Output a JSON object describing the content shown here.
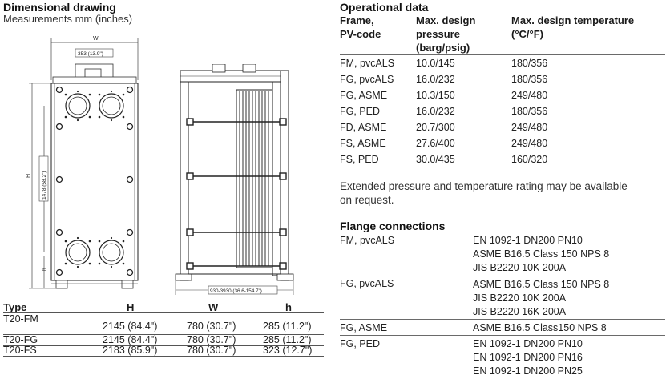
{
  "left": {
    "title": "Dimensional drawing",
    "subtitle": "Measurements mm (inches)",
    "drawing": {
      "width_label": "W",
      "top_dim": "353 (13.9\")",
      "height_dim": "1478 (58.2\")",
      "h_label": "H",
      "small_h_label": "h",
      "length_dim": "930-3930 (36.6-154.7\")"
    },
    "type_table": {
      "headers": [
        "Type",
        "H",
        "W",
        "h"
      ],
      "rows": [
        {
          "type": "T20-FM",
          "H": "2145 (84.4\")",
          "W": "780 (30.7\")",
          "h": "285 (11.2\")"
        },
        {
          "type": "T20-FG",
          "H": "2145 (84.4\")",
          "W": "780 (30.7\")",
          "h": "285 (11.2\")"
        },
        {
          "type": "T20-FS",
          "H": "2183 (85.9\")",
          "W": "780 (30.7\")",
          "h": "323 (12.7\")"
        }
      ]
    }
  },
  "right": {
    "op_title": "Operational data",
    "op_headers": {
      "col1": [
        "Frame,",
        "PV-code"
      ],
      "col2": [
        "Max.  design",
        "pressure",
        "(barg/psig)"
      ],
      "col3": [
        "Max.  design temperature",
        "(°C/°F)"
      ]
    },
    "op_rows": [
      {
        "frame": "FM, pvcALS",
        "pressure": "10.0/145",
        "temp": "180/356"
      },
      {
        "frame": "FG, pvcALS",
        "pressure": "16.0/232",
        "temp": "180/356"
      },
      {
        "frame": "FG, ASME",
        "pressure": "10.3/150",
        "temp": "249/480"
      },
      {
        "frame": "FG, PED",
        "pressure": "16.0/232",
        "temp": "180/356"
      },
      {
        "frame": "FD, ASME",
        "pressure": "20.7/300",
        "temp": "249/480"
      },
      {
        "frame": "FS, ASME",
        "pressure": "27.6/400",
        "temp": "249/480"
      },
      {
        "frame": "FS, PED",
        "pressure": "30.0/435",
        "temp": "160/320"
      }
    ],
    "note_line1": "Extended pressure and temperature rating may be available",
    "note_line2": "on request.",
    "flange_title": "Flange connections",
    "flange_rows": [
      {
        "frame": "FM, pvcALS",
        "standards": [
          "EN 1092-1 DN200 PN10",
          "ASME B16.5 Class 150 NPS 8",
          "JIS B2220 10K 200A"
        ]
      },
      {
        "frame": "FG, pvcALS",
        "standards": [
          "ASME B16.5 Class 150 NPS 8",
          "JIS B2220 10K 200A",
          "JIS B2220 16K 200A"
        ]
      },
      {
        "frame": "FG, ASME",
        "standards": [
          "ASME B16.5 Class150 NPS 8"
        ]
      },
      {
        "frame": "FG, PED",
        "standards": [
          "EN 1092-1 DN200 PN10",
          "EN 1092-1 DN200 PN16",
          "EN 1092-1 DN200 PN25"
        ]
      }
    ]
  }
}
